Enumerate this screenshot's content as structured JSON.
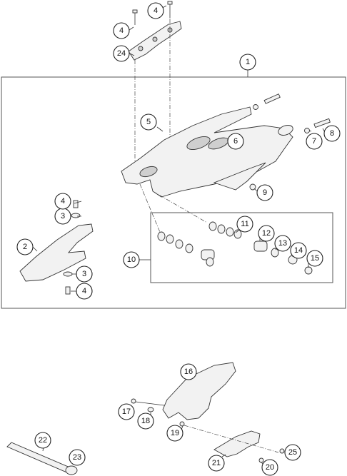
{
  "diagram": {
    "colors": {
      "line": "#333333",
      "fill": "#f2f2f2",
      "background": "#ffffff"
    },
    "callouts": [
      {
        "id": "c1",
        "label": "1"
      },
      {
        "id": "c2",
        "label": "2"
      },
      {
        "id": "c3a",
        "label": "3"
      },
      {
        "id": "c3b",
        "label": "3"
      },
      {
        "id": "c4a",
        "label": "4"
      },
      {
        "id": "c4b",
        "label": "4"
      },
      {
        "id": "c4c",
        "label": "4"
      },
      {
        "id": "c4d",
        "label": "4"
      },
      {
        "id": "c5",
        "label": "5"
      },
      {
        "id": "c6",
        "label": "6"
      },
      {
        "id": "c7",
        "label": "7"
      },
      {
        "id": "c8",
        "label": "8"
      },
      {
        "id": "c9",
        "label": "9"
      },
      {
        "id": "c10",
        "label": "10"
      },
      {
        "id": "c11",
        "label": "11"
      },
      {
        "id": "c12",
        "label": "12"
      },
      {
        "id": "c13",
        "label": "13"
      },
      {
        "id": "c14",
        "label": "14"
      },
      {
        "id": "c15",
        "label": "15"
      },
      {
        "id": "c16",
        "label": "16"
      },
      {
        "id": "c17",
        "label": "17"
      },
      {
        "id": "c18",
        "label": "18"
      },
      {
        "id": "c19",
        "label": "19"
      },
      {
        "id": "c20",
        "label": "20"
      },
      {
        "id": "c21",
        "label": "21"
      },
      {
        "id": "c22",
        "label": "22"
      },
      {
        "id": "c23",
        "label": "23"
      },
      {
        "id": "c24",
        "label": "24"
      },
      {
        "id": "c25",
        "label": "25"
      }
    ]
  }
}
